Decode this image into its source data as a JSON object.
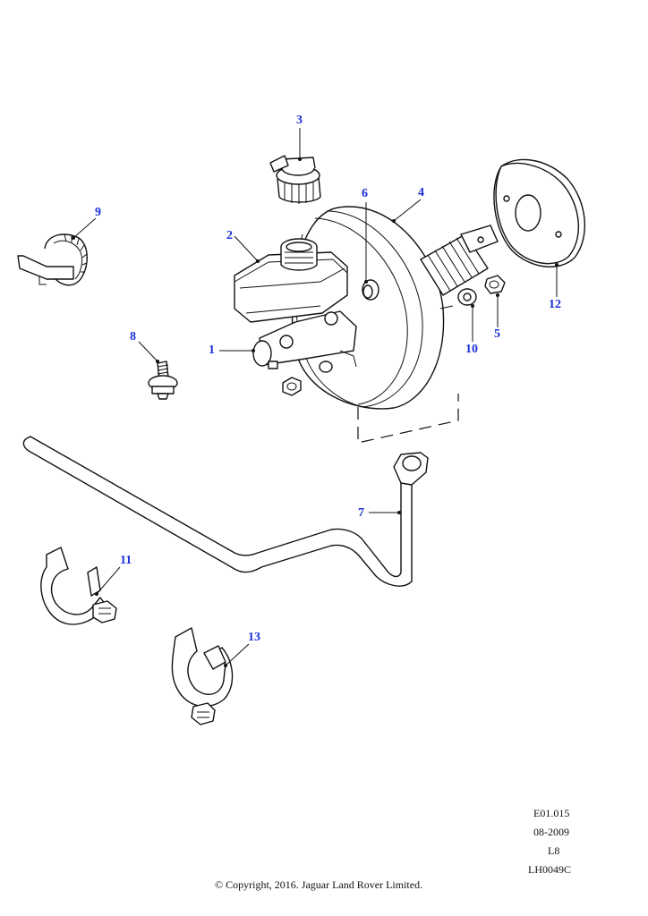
{
  "callouts": {
    "c1": "1",
    "c2": "2",
    "c3": "3",
    "c4": "4",
    "c5": "5",
    "c6": "6",
    "c7": "7",
    "c8": "8",
    "c9": "9",
    "c10": "10",
    "c11": "11",
    "c12": "12",
    "c13": "13"
  },
  "info": {
    "code": "E01.015",
    "date": "08-2009",
    "level": "L8",
    "ref": "LH0049C",
    "copyright": "© Copyright, 2016. Jaguar Land Rover Limited."
  },
  "colors": {
    "callout": "#1a2fd6",
    "line": "#111111"
  }
}
